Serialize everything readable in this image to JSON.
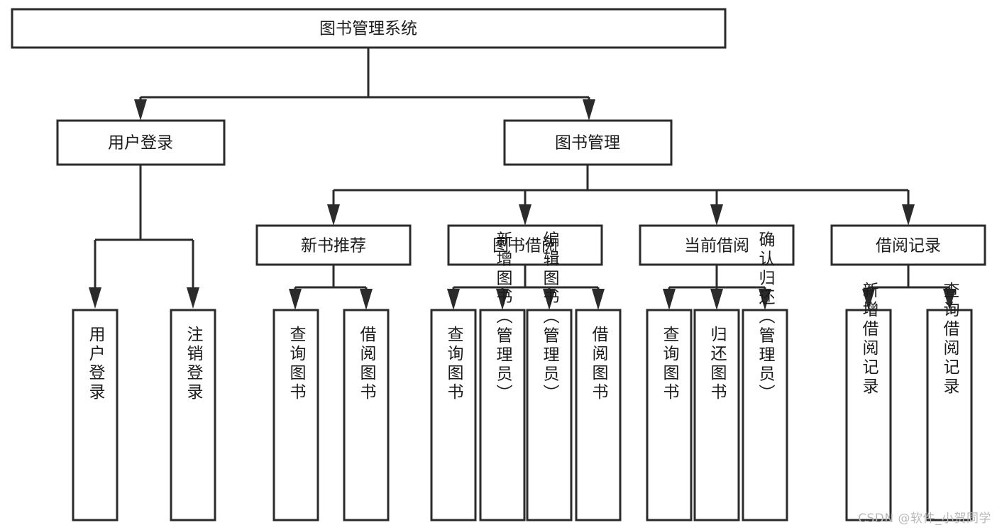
{
  "diagram": {
    "title": "图书管理系统",
    "type": "tree-hierarchy",
    "root": {
      "id": "root",
      "label": "图书管理系统"
    },
    "level2": [
      {
        "id": "user-login",
        "label": "用户登录"
      },
      {
        "id": "book-manage",
        "label": "图书管理"
      }
    ],
    "level3": [
      {
        "id": "new-book-rec",
        "label": "新书推荐",
        "parent": "book-manage"
      },
      {
        "id": "book-borrow",
        "label": "图书借阅",
        "parent": "book-manage"
      },
      {
        "id": "current-borrow",
        "label": "当前借阅",
        "parent": "book-manage"
      },
      {
        "id": "borrow-record",
        "label": "借阅记录",
        "parent": "book-manage"
      }
    ],
    "leaves": {
      "user-login": [
        {
          "id": "leaf-user-login",
          "label": "用户登录"
        },
        {
          "id": "leaf-user-logout",
          "label": "注销登录"
        }
      ],
      "new-book-rec": [
        {
          "id": "leaf-query-book-1",
          "label": "查询图书"
        },
        {
          "id": "leaf-borrow-book-1",
          "label": "借阅图书"
        }
      ],
      "book-borrow": [
        {
          "id": "leaf-query-book-2",
          "label": "查询图书"
        },
        {
          "id": "leaf-add-book",
          "label": "新增图书（管理员）"
        },
        {
          "id": "leaf-edit-book",
          "label": "编辑图书（管理员）"
        },
        {
          "id": "leaf-borrow-book-2",
          "label": "借阅图书"
        }
      ],
      "current-borrow": [
        {
          "id": "leaf-query-book-3",
          "label": "查询图书"
        },
        {
          "id": "leaf-return-book",
          "label": "归还图书"
        },
        {
          "id": "leaf-confirm-return",
          "label": "确认归还（管理员）"
        }
      ],
      "borrow-record": [
        {
          "id": "leaf-add-record",
          "label": "新增借阅记录"
        },
        {
          "id": "leaf-query-record",
          "label": "查询借阅记录"
        }
      ]
    },
    "colors": {
      "box_fill": "#ffffff",
      "box_stroke": "#2b2b2b",
      "connector": "#2b2b2b",
      "text": "#1b1b1b",
      "background": "#ffffff",
      "watermark": "#b9b9b9"
    }
  },
  "watermark": {
    "text": "CSDN @软件_小贺同学"
  }
}
